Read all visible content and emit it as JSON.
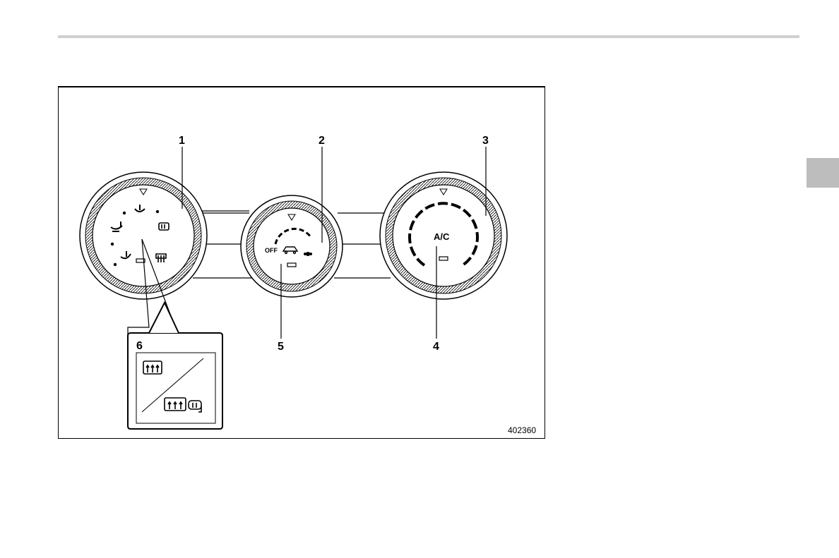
{
  "figure": {
    "id": "402360",
    "callouts": {
      "c1": "1",
      "c2": "2",
      "c3": "3",
      "c4": "4",
      "c5": "5",
      "c6": "6"
    },
    "fan_dial": {
      "off_label": "OFF"
    },
    "temp_dial": {
      "ac_label": "A/C"
    }
  },
  "colors": {
    "tab": "#bdbdbd",
    "rule": "#cfcfcf"
  }
}
